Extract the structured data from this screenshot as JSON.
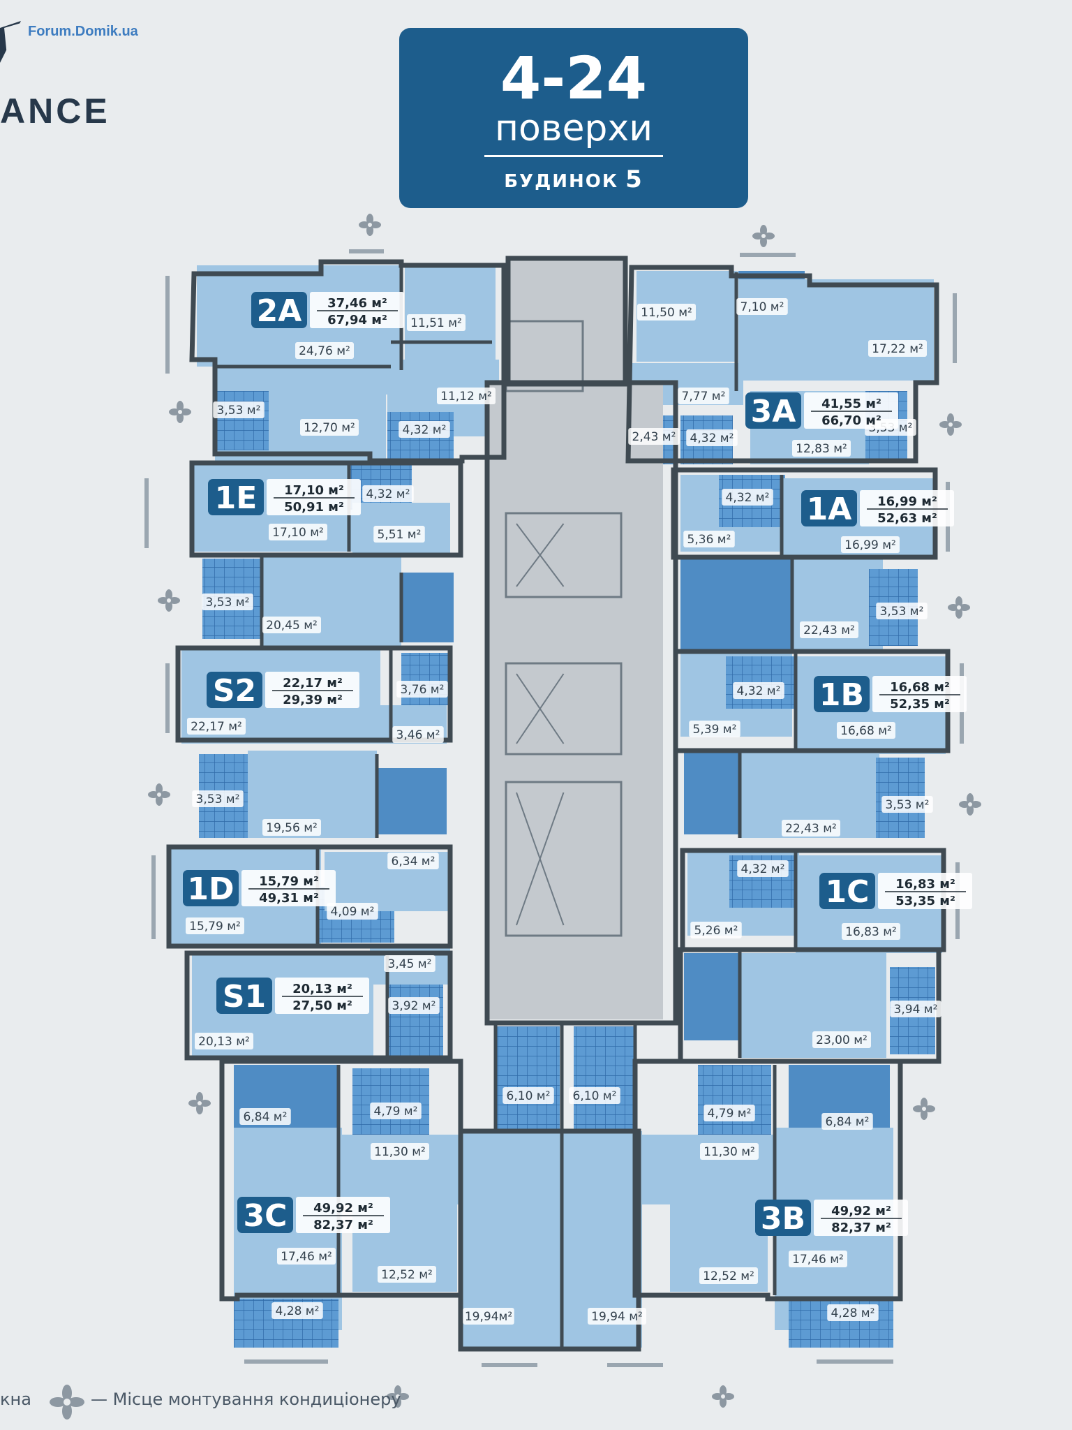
{
  "header": {
    "watermark": "Forum.Domik.ua",
    "brand_text": "ANCE",
    "floors": "4-24",
    "floors_word": "поверхи",
    "building_label": "БУДИНОК",
    "building_number": "5"
  },
  "legend": {
    "prefix": "кна",
    "text": "— Місце монтування кондиціонеру"
  },
  "colors": {
    "title_bg": "#1d5d8c",
    "room_light": "#9fc5e3",
    "room_mid": "#7fb0d8",
    "room_dark": "#4f8cc4",
    "corridor": "#c4c9ce",
    "wall": "#3f4a52",
    "badge": "#1d5d8c"
  },
  "apartments": [
    {
      "code": "2A",
      "living": "37,46 м²",
      "total": "67,94 м²"
    },
    {
      "code": "3A",
      "living": "41,55 м²",
      "total": "66,70 м²"
    },
    {
      "code": "1E",
      "living": "17,10 м²",
      "total": "50,91 м²"
    },
    {
      "code": "1A",
      "living": "16,99 м²",
      "total": "52,63 м²"
    },
    {
      "code": "S2",
      "living": "22,17 м²",
      "total": "29,39 м²"
    },
    {
      "code": "1B",
      "living": "16,68 м²",
      "total": "52,35 м²"
    },
    {
      "code": "1D",
      "living": "15,79 м²",
      "total": "49,31 м²"
    },
    {
      "code": "1C",
      "living": "16,83 м²",
      "total": "53,35 м²"
    },
    {
      "code": "S1",
      "living": "20,13 м²",
      "total": "27,50 м²"
    },
    {
      "code": "3C",
      "living": "49,92 м²",
      "total": "82,37 м²"
    },
    {
      "code": "3B",
      "living": "49,92 м²",
      "total": "82,37 м²"
    }
  ],
  "room_labels": [
    "24,76 м²",
    "11,51 м²",
    "11,12 м²",
    "12,70 м²",
    "4,32 м²",
    "3,53 м²",
    "11,50 м²",
    "7,10 м²",
    "17,22 м²",
    "7,77 м²",
    "2,43 м²",
    "4,32 м²",
    "12,83 м²",
    "3,53 м²",
    "4,32 м²",
    "17,10 м²",
    "5,51 м²",
    "3,53 м²",
    "20,45 м²",
    "4,32 м²",
    "5,36 м²",
    "16,99 м²",
    "22,43 м²",
    "3,53 м²",
    "22,17 м²",
    "3,76 м²",
    "3,46 м²",
    "3,53 м²",
    "19,56 м²",
    "4,32 м²",
    "5,39 м²",
    "16,68 м²",
    "22,43 м²",
    "3,53 м²",
    "6,34 м²",
    "4,09 м²",
    "15,79 м²",
    "3,45 м²",
    "4,32 м²",
    "5,26 м²",
    "16,83 м²",
    "3,92 м²",
    "20,13 м²",
    "3,94 м²",
    "23,00 м²",
    "6,10 м²",
    "6,10 м²",
    "6,84 м²",
    "4,79 м²",
    "11,30 м²",
    "17,46 м²",
    "12,52 м²",
    "4,28 м²",
    "19,94м²",
    "4,79 м²",
    "6,84 м²",
    "11,30 м²",
    "17,46 м²",
    "12,52 м²",
    "4,28 м²",
    "19,94 м²"
  ]
}
